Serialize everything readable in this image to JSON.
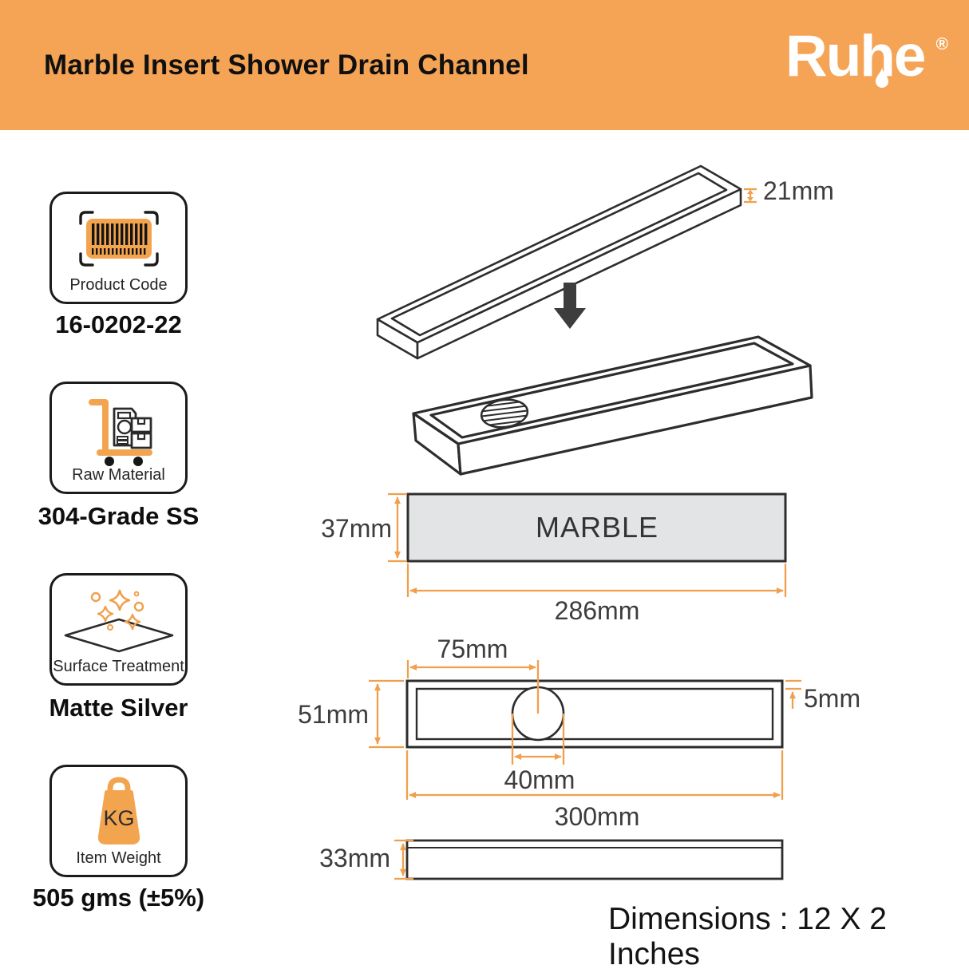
{
  "header": {
    "title": "Marble Insert Shower Drain Channel",
    "brand": "Ruhe",
    "registered": "®"
  },
  "specs": [
    {
      "icon": "barcode-icon",
      "label": "Product Code",
      "value": "16-0202-22"
    },
    {
      "icon": "trolley-icon",
      "label": "Raw Material",
      "value": "304-Grade SS"
    },
    {
      "icon": "sparkle-diamond-icon",
      "label": "Surface Treatment",
      "value": "Matte Silver"
    },
    {
      "icon": "weight-bag-icon",
      "label": "Item Weight",
      "value": "505 gms (±5%)"
    }
  ],
  "icons": {
    "weight_badge": "KG",
    "insert_direction": "down-arrow-icon"
  },
  "diagram": {
    "rim_height": "21mm",
    "marble_thickness": "37mm",
    "marble_text": "MARBLE",
    "marble_length": "286mm",
    "drain_offset": "75mm",
    "channel_width": "51mm",
    "edge_gap": "5mm",
    "drain_diameter": "40mm",
    "total_length": "300mm",
    "profile_height": "33mm",
    "footer": "Dimensions : 12 X 2 Inches"
  },
  "colors": {
    "accent": "#F5A355",
    "dimension": "#F0A04D",
    "marble_fill": "#E3E4E6"
  }
}
